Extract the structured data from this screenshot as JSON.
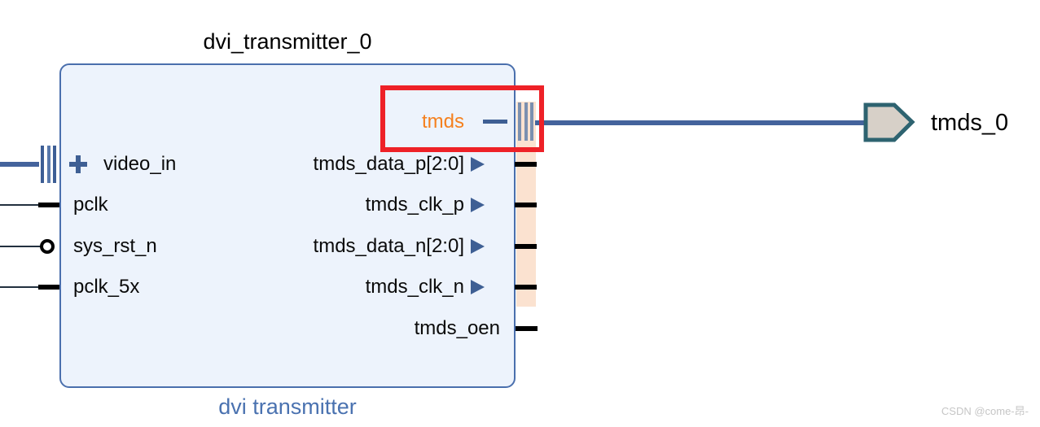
{
  "block": {
    "instance_name": "dvi_transmitter_0",
    "type_name": "dvi transmitter",
    "left_ports": [
      {
        "label": "video_in",
        "kind": "interface",
        "expandable": true
      },
      {
        "label": "pclk",
        "kind": "clock-pin"
      },
      {
        "label": "sys_rst_n",
        "kind": "reset-pin-active-low"
      },
      {
        "label": "pclk_5x",
        "kind": "clock-pin"
      }
    ],
    "right_ports": [
      {
        "label": "tmds",
        "kind": "interface",
        "selected": true
      },
      {
        "label": "tmds_data_p[2:0]",
        "kind": "output-pin"
      },
      {
        "label": "tmds_clk_p",
        "kind": "output-pin"
      },
      {
        "label": "tmds_data_n[2:0]",
        "kind": "output-pin"
      },
      {
        "label": "tmds_clk_n",
        "kind": "output-pin"
      },
      {
        "label": "tmds_oen",
        "kind": "output-pin"
      }
    ]
  },
  "external_port": {
    "label": "tmds_0"
  },
  "annotation": {
    "highlight_box_color": "#ee2127"
  },
  "watermark": "CSDN @come-昂-",
  "colors": {
    "block_fill": "#edf3fc",
    "block_border": "#4a6fad",
    "interface_label_text": "#f5801e",
    "pin_symbol_blue": "#3e5f94",
    "wire_blue": "#44639c",
    "selection_band": "#fbe2d0",
    "interface_bar_gray_blue": "#7b90b0",
    "external_port_fill": "#d7d0c8",
    "external_port_border": "#2e6370",
    "block_name_text": "#4a72b0"
  }
}
